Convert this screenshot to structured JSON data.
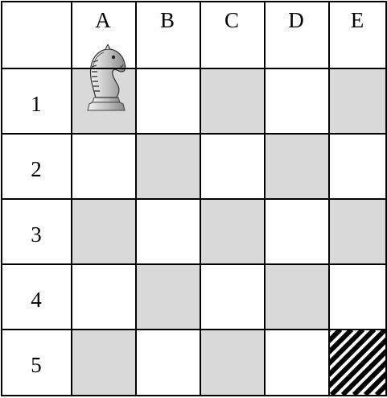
{
  "board": {
    "columns": [
      "A",
      "B",
      "C",
      "D",
      "E"
    ],
    "rows": [
      "1",
      "2",
      "3",
      "4",
      "5"
    ],
    "squares": [
      [
        "knight",
        "white",
        "gray",
        "white",
        "gray"
      ],
      [
        "white",
        "gray",
        "white",
        "gray",
        "white"
      ],
      [
        "gray",
        "white",
        "gray",
        "white",
        "gray"
      ],
      [
        "white",
        "gray",
        "white",
        "gray",
        "white"
      ],
      [
        "gray",
        "white",
        "gray",
        "white",
        "target"
      ]
    ],
    "piece": {
      "type": "knight",
      "icon": "knight-icon",
      "square": "A1"
    },
    "target": {
      "square": "E5",
      "pattern": "diagonal-stripes"
    },
    "colors": {
      "shaded": "#d9d9d9",
      "light": "#ffffff",
      "lines": "#000000"
    }
  }
}
